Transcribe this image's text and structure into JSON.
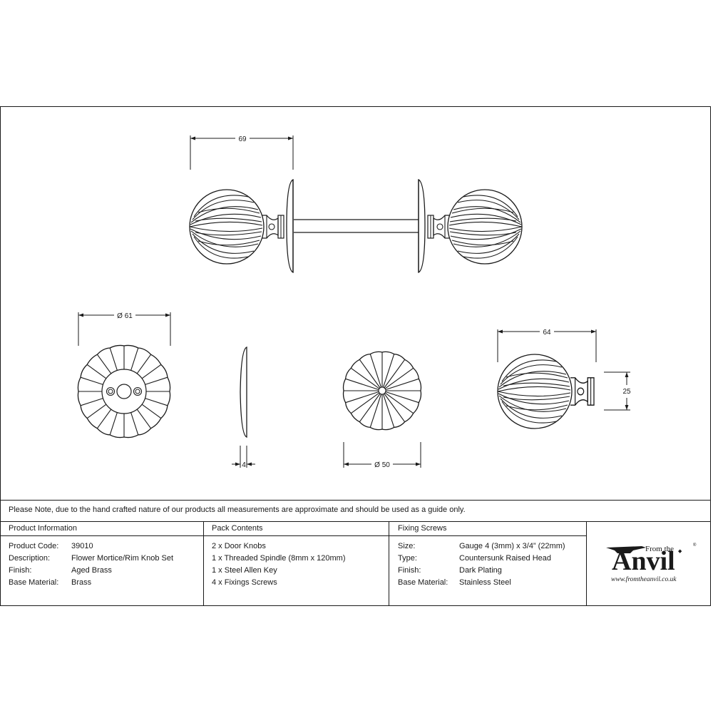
{
  "drawing": {
    "title": "Flower Mortice/Rim Knob Set technical drawing",
    "dimensions": {
      "knob_projection": "69",
      "rose_diameter": "Ø 61",
      "rose_thickness": "4",
      "knob_face_diameter": "Ø 50",
      "knob_length": "64",
      "neck_diameter": "25"
    },
    "views": [
      "assembled side view",
      "rose front view",
      "rose side profile",
      "knob front view",
      "knob side view"
    ]
  },
  "note": "Please Note, due to the hand crafted nature of our products all measurements are approximate and should be used as a guide only.",
  "product_information": {
    "title": "Product Information",
    "rows": [
      {
        "label": "Product Code:",
        "value": "39010"
      },
      {
        "label": "Description:",
        "value": "Flower Mortice/Rim Knob Set"
      },
      {
        "label": "Finish:",
        "value": "Aged Brass"
      },
      {
        "label": "Base Material:",
        "value": "Brass"
      }
    ]
  },
  "pack_contents": {
    "title": "Pack Contents",
    "items": [
      "2 x Door Knobs",
      "1 x Threaded Spindle (8mm x 120mm)",
      "1 x Steel Allen Key",
      "4 x Fixings Screws"
    ]
  },
  "fixing_screws": {
    "title": "Fixing Screws",
    "rows": [
      {
        "label": "Size:",
        "value": "Gauge 4 (3mm) x 3/4” (22mm)"
      },
      {
        "label": "Type:",
        "value": "Countersunk Raised Head"
      },
      {
        "label": "Finish:",
        "value": "Dark Plating"
      },
      {
        "label": "Base Material:",
        "value": "Stainless Steel"
      }
    ]
  },
  "logo": {
    "from_the": "From the",
    "brand": "Anvil",
    "registered": "®",
    "url": "www.fromtheanvil.co.uk"
  },
  "colors": {
    "line": "#1a1a1a",
    "background": "#ffffff"
  }
}
